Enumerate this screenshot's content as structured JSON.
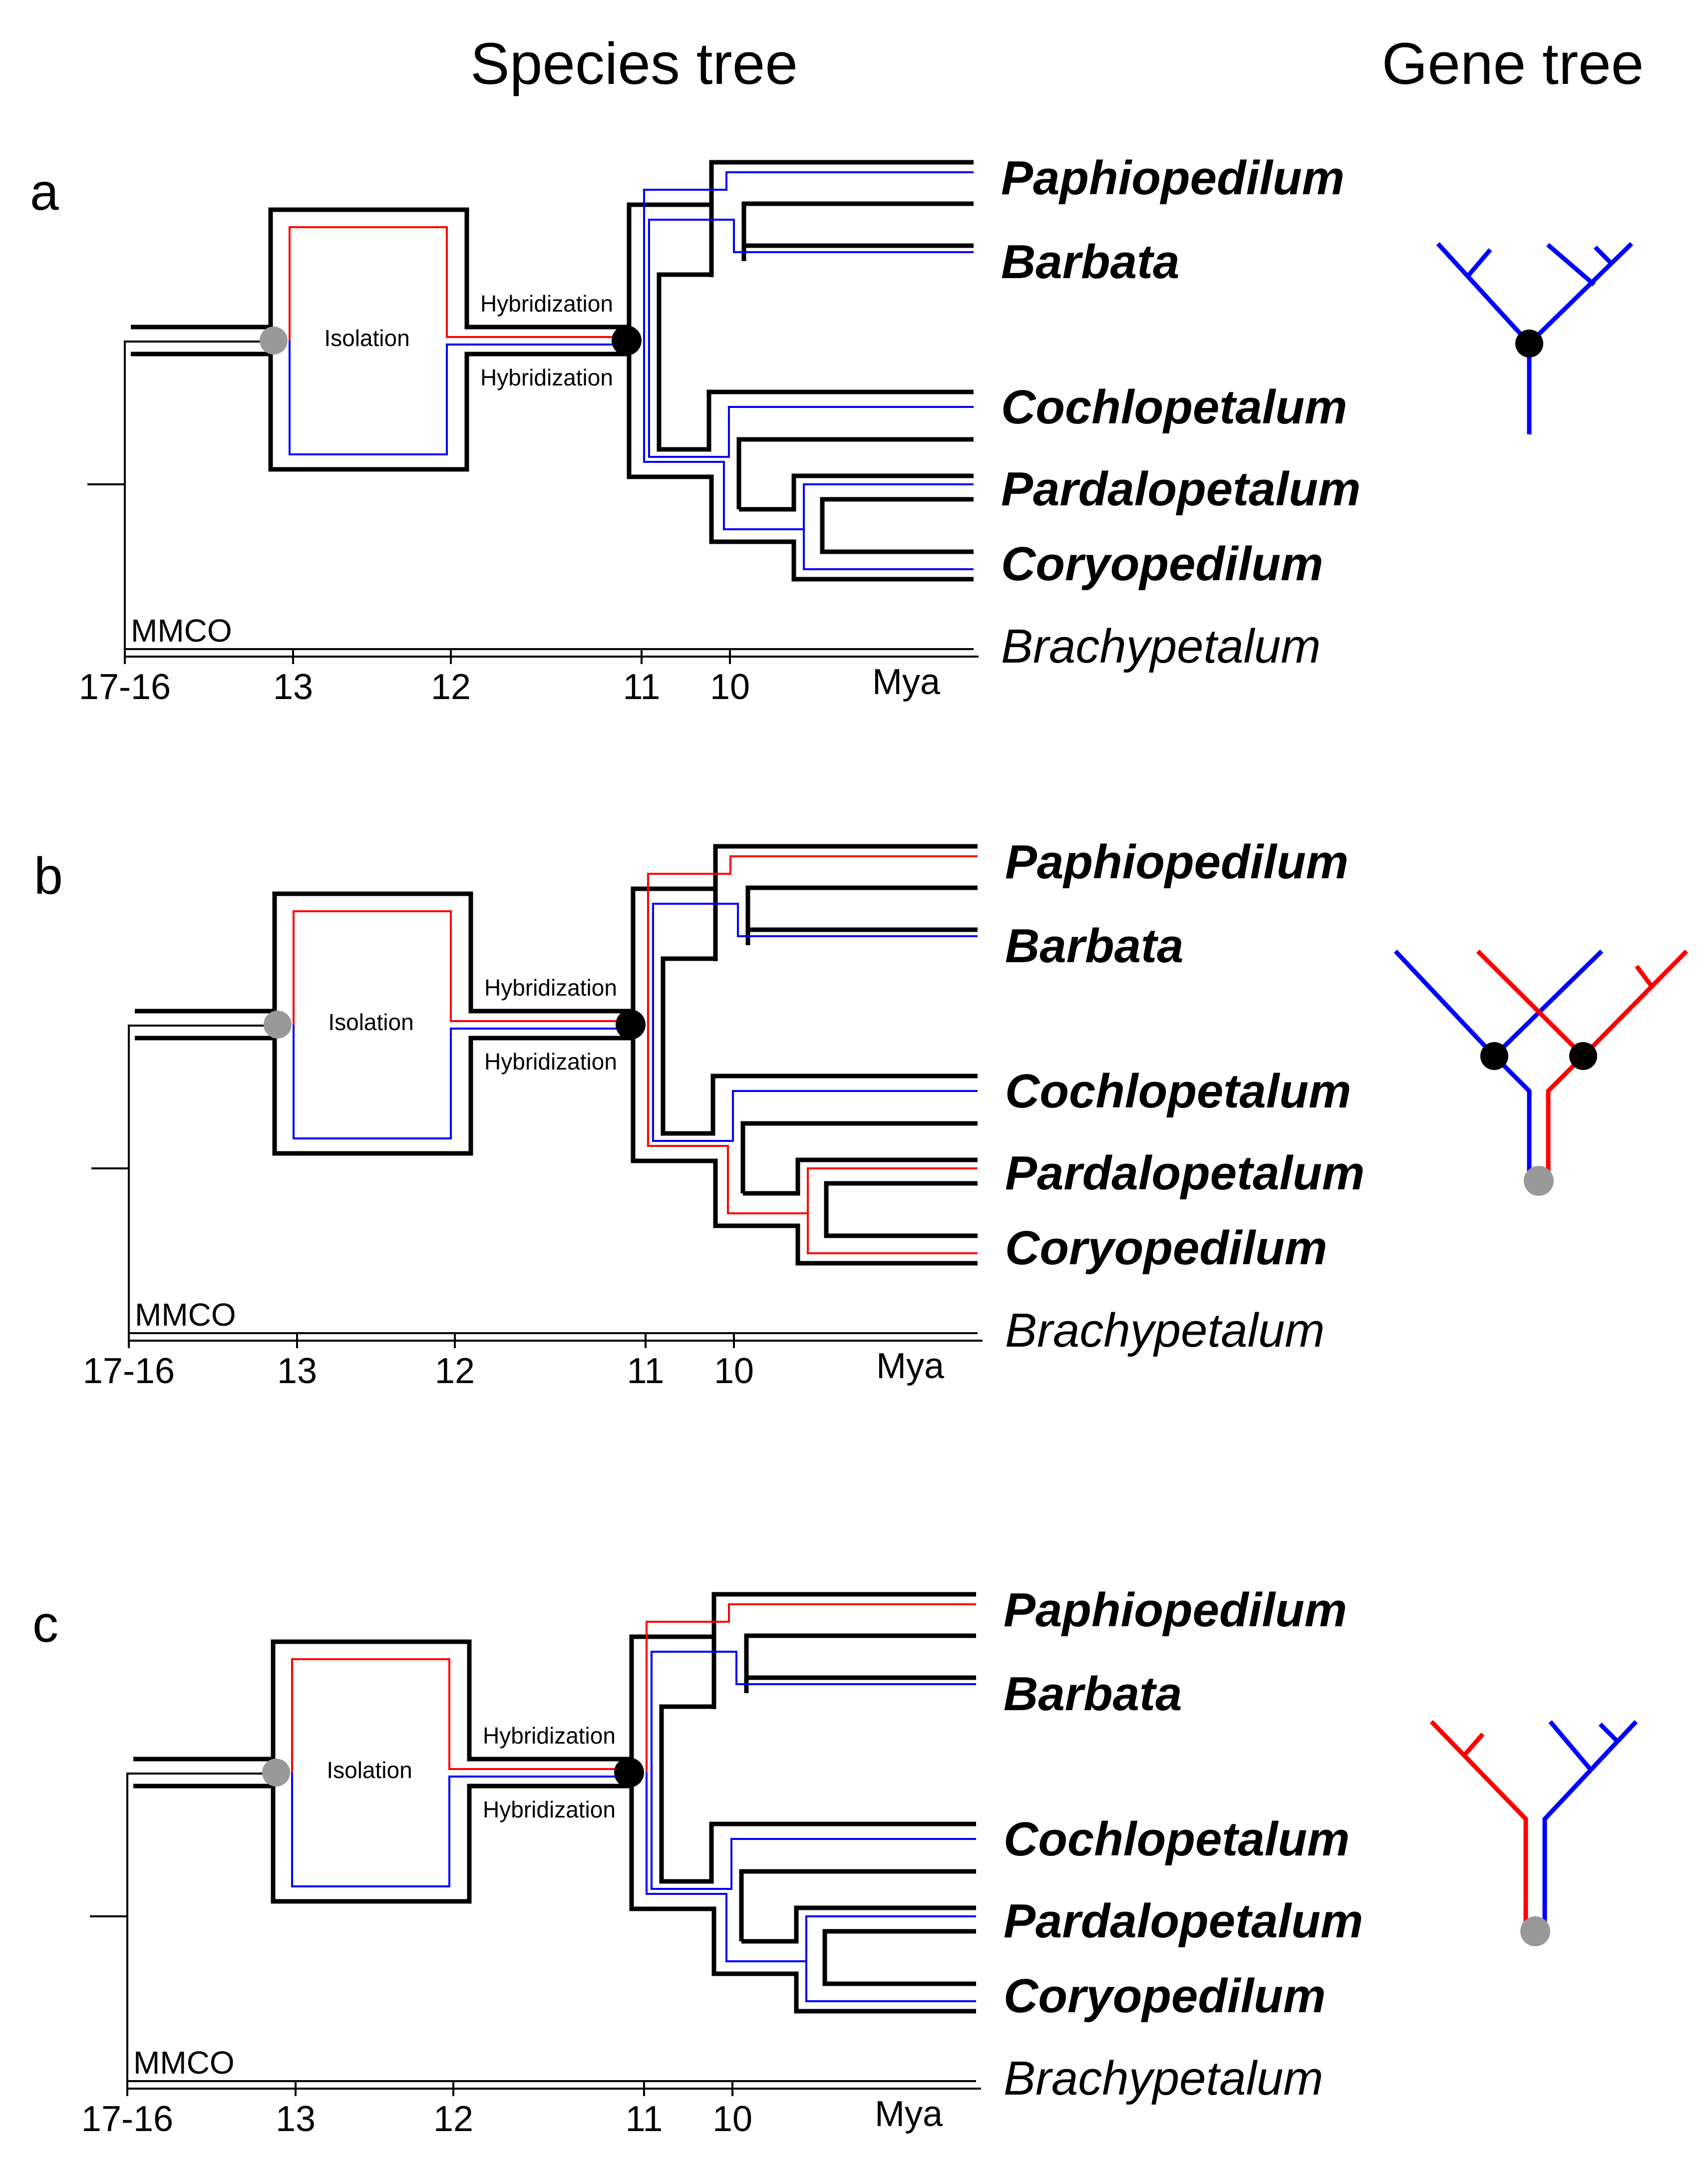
{
  "headers": {
    "species_tree": "Species tree",
    "gene_tree": "Gene tree"
  },
  "panels": [
    {
      "label": "a",
      "isolation_label": "Isolation",
      "hybridization_top": "Hybridization",
      "hybridization_bottom": "Hybridization",
      "mmco_label": "MMCO",
      "axis_ticks": [
        "17-16",
        "13",
        "12",
        "11",
        "10"
      ],
      "axis_unit": "Mya",
      "taxa": [
        "Paphiopedilum",
        "Barbata",
        "Cochlopetalum",
        "Pardalopetalum",
        "Coryopedilum",
        "Brachypetalum"
      ],
      "gene_tree": "blue tree, single black hybrid node"
    },
    {
      "label": "b",
      "isolation_label": "Isolation",
      "hybridization_top": "Hybridization",
      "hybridization_bottom": "Hybridization",
      "mmco_label": "MMCO",
      "axis_ticks": [
        "17-16",
        "13",
        "12",
        "11",
        "10"
      ],
      "axis_unit": "Mya",
      "taxa": [
        "Paphiopedilum",
        "Barbata",
        "Cochlopetalum",
        "Pardalopetalum",
        "Coryopedilum",
        "Brachypetalum"
      ],
      "gene_tree": "interleaved blue and red trees, two black nodes, grey root"
    },
    {
      "label": "c",
      "isolation_label": "Isolation",
      "hybridization_top": "Hybridization",
      "hybridization_bottom": "Hybridization",
      "mmco_label": "MMCO",
      "axis_ticks": [
        "17-16",
        "13",
        "12",
        "11",
        "10"
      ],
      "axis_unit": "Mya",
      "taxa": [
        "Paphiopedilum",
        "Barbata",
        "Cochlopetalum",
        "Pardalopetalum",
        "Coryopedilum",
        "Brachypetalum"
      ],
      "gene_tree": "red left clade, blue right clade, grey root"
    }
  ],
  "colors": {
    "lineage_a": "#ff0000",
    "lineage_b": "#0000ff",
    "black_node": "#000000",
    "grey_node": "#999999",
    "tree": "#000000"
  }
}
